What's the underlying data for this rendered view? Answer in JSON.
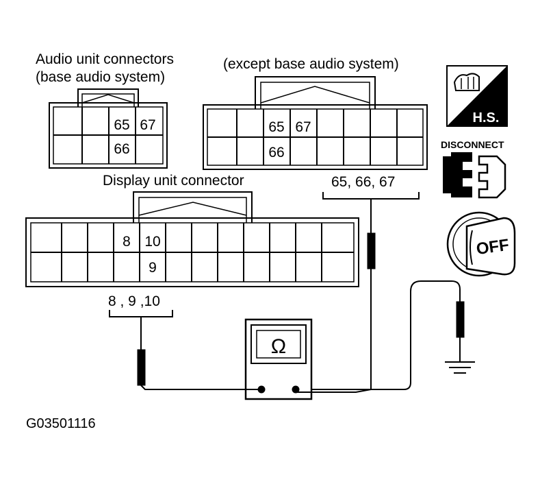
{
  "labels": {
    "audio_base_line1": "Audio unit connectors",
    "audio_base_line2": "(base audio system)",
    "audio_except": "(except base audio system)",
    "display_connector": "Display unit connector",
    "except_pins": "65, 66, 67",
    "display_pins": "8 , 9 ,10",
    "figure_code": "G03501116",
    "hs_badge": "H.S.",
    "disconnect": "DISCONNECT",
    "off_key": "OFF",
    "ohm_symbol": "Ω"
  },
  "pins": {
    "base_65": "65",
    "base_67": "67",
    "base_66": "66",
    "except_65": "65",
    "except_67": "67",
    "except_66": "66",
    "display_8": "8",
    "display_10": "10",
    "display_9": "9"
  },
  "colors": {
    "ink": "#000000",
    "paper": "#ffffff",
    "shade": "#c8c8c8"
  },
  "icons": [
    "hand-service-icon",
    "disconnect-connector-icon",
    "ignition-off-icon",
    "ohmmeter-icon",
    "ground-icon"
  ]
}
